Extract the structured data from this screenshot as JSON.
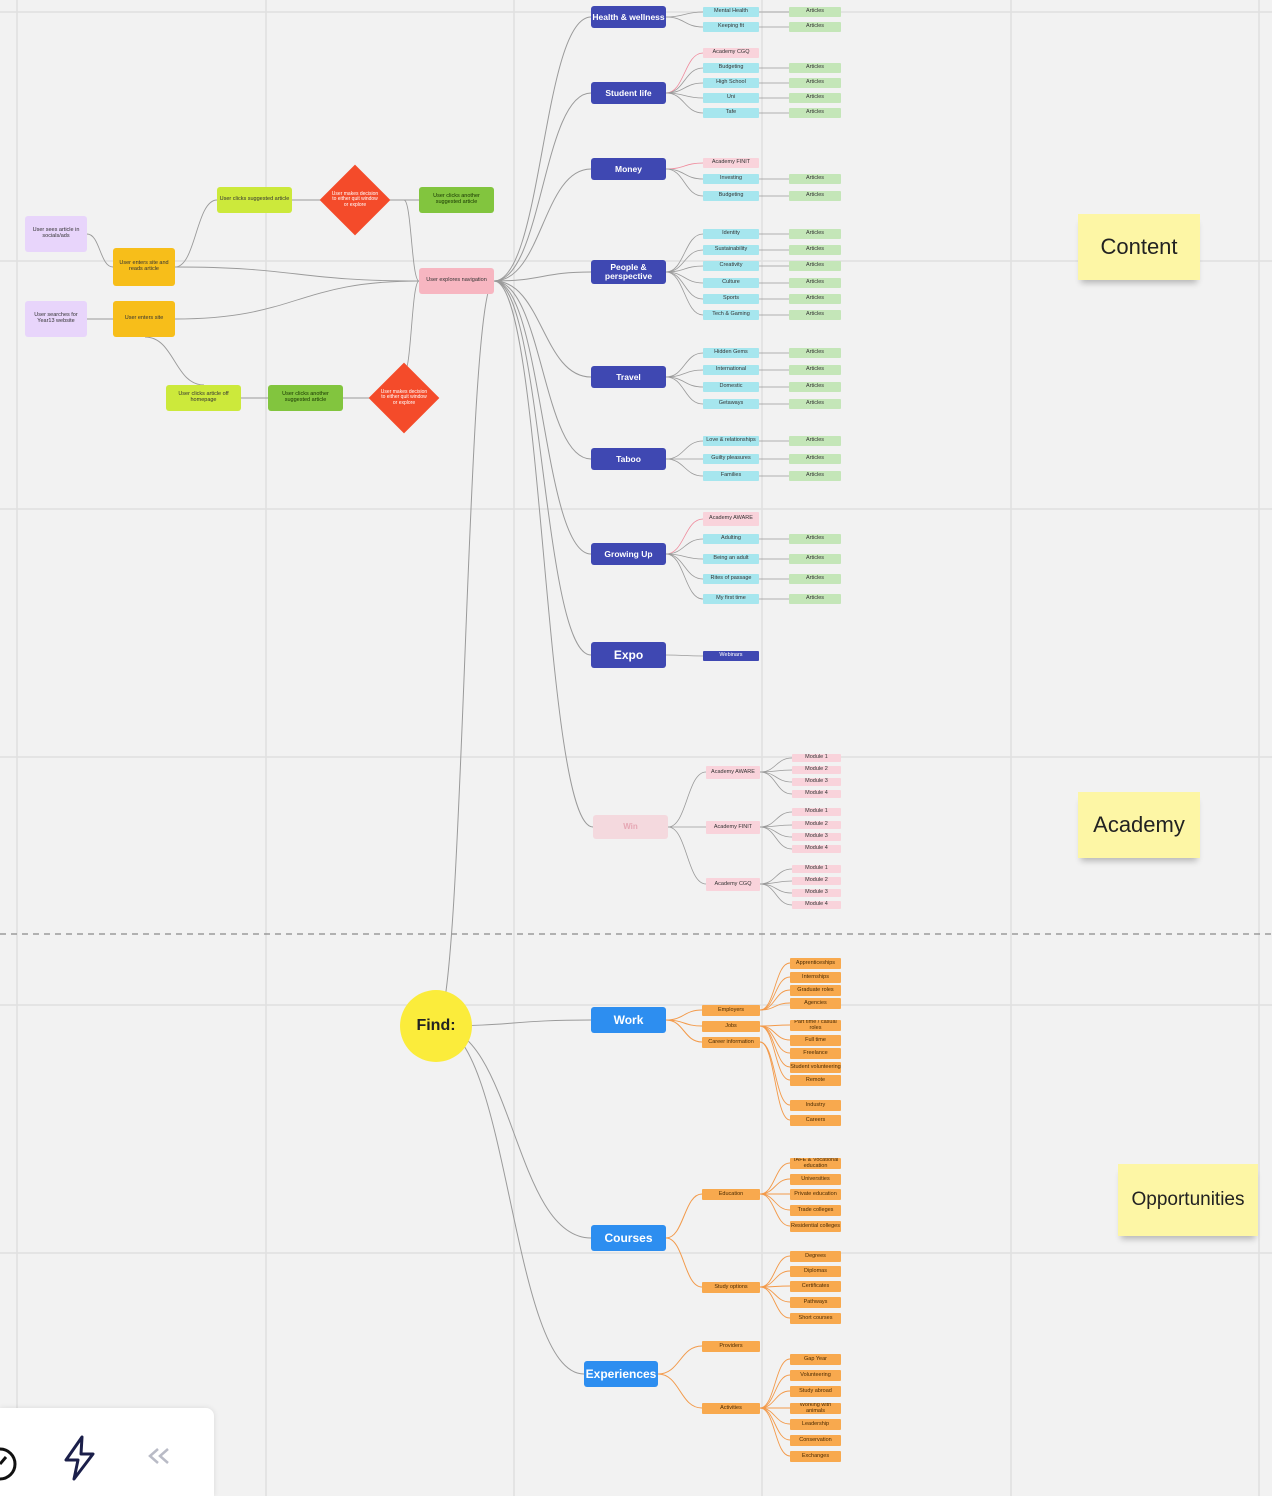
{
  "categories": [
    {
      "label": "Health & wellness",
      "children": [
        {
          "label": "Mental Health",
          "color": "cyan",
          "article": "Articles"
        },
        {
          "label": "Keeping fit",
          "color": "cyan",
          "article": "Articles"
        }
      ]
    },
    {
      "label": "Student life",
      "children": [
        {
          "label": "Academy CGQ",
          "color": "pink",
          "article": ""
        },
        {
          "label": "Budgeting",
          "color": "cyan",
          "article": "Articles"
        },
        {
          "label": "High School",
          "color": "cyan",
          "article": "Articles"
        },
        {
          "label": "Uni",
          "color": "cyan",
          "article": "Articles"
        },
        {
          "label": "Tafe",
          "color": "cyan",
          "article": "Articles"
        }
      ]
    },
    {
      "label": "Money",
      "children": [
        {
          "label": "Academy FINIT",
          "color": "pink",
          "article": ""
        },
        {
          "label": "Investing",
          "color": "cyan",
          "article": "Articles"
        },
        {
          "label": "Budgeting",
          "color": "cyan",
          "article": "Articles"
        }
      ]
    },
    {
      "label": "People & perspective",
      "children": [
        {
          "label": "Identity",
          "color": "cyan",
          "article": "Articles"
        },
        {
          "label": "Sustainability",
          "color": "cyan",
          "article": "Articles"
        },
        {
          "label": "Creativity",
          "color": "cyan",
          "article": "Articles"
        },
        {
          "label": "Culture",
          "color": "cyan",
          "article": "Articles"
        },
        {
          "label": "Sports",
          "color": "cyan",
          "article": "Articles"
        },
        {
          "label": "Tech & Gaming",
          "color": "cyan",
          "article": "Articles"
        }
      ]
    },
    {
      "label": "Travel",
      "children": [
        {
          "label": "Hidden Gems",
          "color": "cyan",
          "article": "Articles"
        },
        {
          "label": "International",
          "color": "cyan",
          "article": "Articles"
        },
        {
          "label": "Domestic",
          "color": "cyan",
          "article": "Articles"
        },
        {
          "label": "Getaways",
          "color": "cyan",
          "article": "Articles"
        }
      ]
    },
    {
      "label": "Taboo",
      "children": [
        {
          "label": "Love & relationships",
          "color": "cyan",
          "article": "Articles"
        },
        {
          "label": "Guilty pleasures",
          "color": "cyan",
          "article": "Articles"
        },
        {
          "label": "Families",
          "color": "cyan",
          "article": "Articles"
        }
      ]
    },
    {
      "label": "Growing Up",
      "children": [
        {
          "label": "Academy AWARE",
          "color": "pink",
          "article": ""
        },
        {
          "label": "Adulting",
          "color": "cyan",
          "article": "Articles"
        },
        {
          "label": "Being an adult",
          "color": "cyan",
          "article": "Articles"
        },
        {
          "label": "Rites of passage",
          "color": "cyan",
          "article": "Articles"
        },
        {
          "label": "My first time",
          "color": "cyan",
          "article": "Articles"
        }
      ]
    },
    {
      "label": "Expo",
      "children": [
        {
          "label": "Webinars",
          "color": "navy",
          "article": ""
        }
      ]
    }
  ],
  "win": {
    "label": "Win",
    "academies": [
      {
        "label": "Academy AWARE",
        "modules": [
          "Module 1",
          "Module 2",
          "Module 3",
          "Module 4"
        ]
      },
      {
        "label": "Academy FINIT",
        "modules": [
          "Module 1",
          "Module 2",
          "Module 3",
          "Module 4"
        ]
      },
      {
        "label": "Academy CGQ",
        "modules": [
          "Module 1",
          "Module 2",
          "Module 3",
          "Module 4"
        ]
      }
    ]
  },
  "find": {
    "label": "Find:",
    "work": {
      "label": "Work",
      "groups": [
        {
          "label": "Employers",
          "items": [
            "Apprenticeships",
            "Internships",
            "Graduate roles",
            "Agencies"
          ]
        },
        {
          "label": "Jobs",
          "items": [
            "Part time / casual roles",
            "Full time",
            "Freelance",
            "Student volunteering",
            "Remote"
          ]
        },
        {
          "label": "Career information",
          "items": [
            "Industry",
            "Careers"
          ]
        }
      ]
    },
    "courses": {
      "label": "Courses",
      "groups": [
        {
          "label": "Education",
          "items": [
            "TAFE & Vocational education",
            "Universities",
            "Private education",
            "Trade colleges",
            "Residential colleges"
          ]
        },
        {
          "label": "Study options",
          "items": [
            "Degrees",
            "Diplomas",
            "Certificates",
            "Pathways",
            "Short courses"
          ]
        }
      ]
    },
    "experiences": {
      "label": "Experiences",
      "groups": [
        {
          "label": "Providers",
          "items": []
        },
        {
          "label": "Activities",
          "items": [
            "Gap Year",
            "Volunteering",
            "Study abroad",
            "Working with animals",
            "Leadership",
            "Conservation",
            "Exchanges"
          ]
        }
      ]
    }
  },
  "flow": {
    "reads_article": "User sees article in socials/ads",
    "enters_reads": "User enters site and reads article",
    "clicks_suggested": "User clicks suggested article",
    "decision1": "User makes decision to either quit window or explore",
    "clicks_another1": "User clicks another suggested article",
    "searches": "User searches for Year13 website",
    "enters_site": "User enters site",
    "clicks_homepage": "User clicks article off homepage",
    "clicks_another2": "User clicks another suggested article",
    "decision2": "User makes decision to either quit window or explore",
    "navigation": "User explores navigation"
  },
  "stickies": {
    "content": "Content",
    "academy": "Academy",
    "opportunities": "Opportunities"
  },
  "colors": {
    "hub": "#3f48b2",
    "hub_blue": "#2d8ef0",
    "cyan": "#a6e6ee",
    "pink": "#f9d3db",
    "green": "#c4e6b8",
    "orange": "#f8a94e",
    "find": "#fbec3b",
    "sticky": "#fdf6a5"
  },
  "toolbar": {
    "icons": [
      "clock-icon",
      "lightning-icon",
      "collapse-chevrons-icon"
    ]
  }
}
